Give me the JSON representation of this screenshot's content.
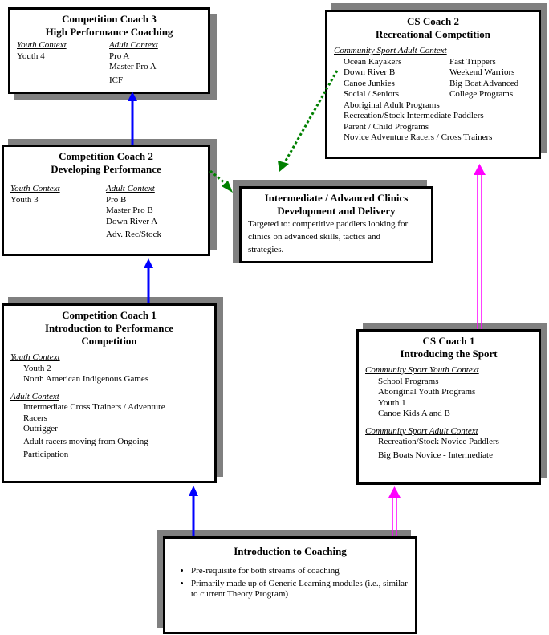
{
  "colors": {
    "blue_arrow": "#0000ff",
    "magenta_arrow": "#ff00ff",
    "green_arrow": "#008000",
    "shadow": "#808080"
  },
  "cc3": {
    "title1": "Competition Coach 3",
    "title2": "High Performance Coaching",
    "youth_label": "Youth Context",
    "youth": [
      "Youth 4"
    ],
    "adult_label": "Adult Context",
    "adult": [
      "Pro A",
      "Master Pro A",
      "ICF"
    ]
  },
  "cc2": {
    "title1": "Competition Coach 2",
    "title2": "Developing Performance",
    "youth_label": "Youth Context",
    "youth": [
      "Youth 3"
    ],
    "adult_label": "Adult Context",
    "adult": [
      "Pro B",
      "Master Pro B",
      "Down River A",
      "Adv. Rec/Stock"
    ]
  },
  "cc1": {
    "title1": "Competition Coach 1",
    "title2": "Introduction to Performance Competition",
    "youth_label": "Youth Context",
    "youth": [
      "Youth 2",
      "North American Indigenous Games"
    ],
    "adult_label": "Adult Context",
    "adult": [
      "Intermediate Cross Trainers / Adventure Racers",
      "Outrigger",
      "Adult racers moving from Ongoing Participation"
    ]
  },
  "cs2": {
    "title1": "CS Coach 2",
    "title2": "Recreational Competition",
    "adult_label": "Community Sport Adult Context",
    "pairs": [
      [
        "Ocean Kayakers",
        "Fast Trippers"
      ],
      [
        "Down River B",
        "Weekend Warriors"
      ],
      [
        "Canoe Junkies",
        "Big Boat Advanced"
      ],
      [
        "Social / Seniors",
        "College Programs"
      ]
    ],
    "singles": [
      "Aboriginal Adult Programs",
      "Recreation/Stock Intermediate Paddlers",
      "Parent / Child Programs",
      "Novice Adventure Racers / Cross Trainers"
    ]
  },
  "cs1": {
    "title1": "CS Coach 1",
    "title2": "Introducing the Sport",
    "youth_label": "Community Sport Youth Context",
    "youth": [
      "School Programs",
      "Aboriginal Youth Programs",
      "Youth 1",
      "Canoe Kids A and B"
    ],
    "adult_label": "Community Sport Adult Context",
    "adult": [
      "Recreation/Stock Novice Paddlers",
      "Big Boats Novice - Intermediate"
    ]
  },
  "clinics": {
    "title1": "Intermediate / Advanced Clinics",
    "title2": "Development and Delivery",
    "body": "Targeted to:  competitive paddlers looking for clinics on advanced skills, tactics and strategies."
  },
  "intro": {
    "title": "Introduction to Coaching",
    "bullets": [
      "Pre-requisite for both streams of coaching",
      "Primarily made up of Generic Learning modules (i.e., similar to current Theory Program)"
    ]
  }
}
